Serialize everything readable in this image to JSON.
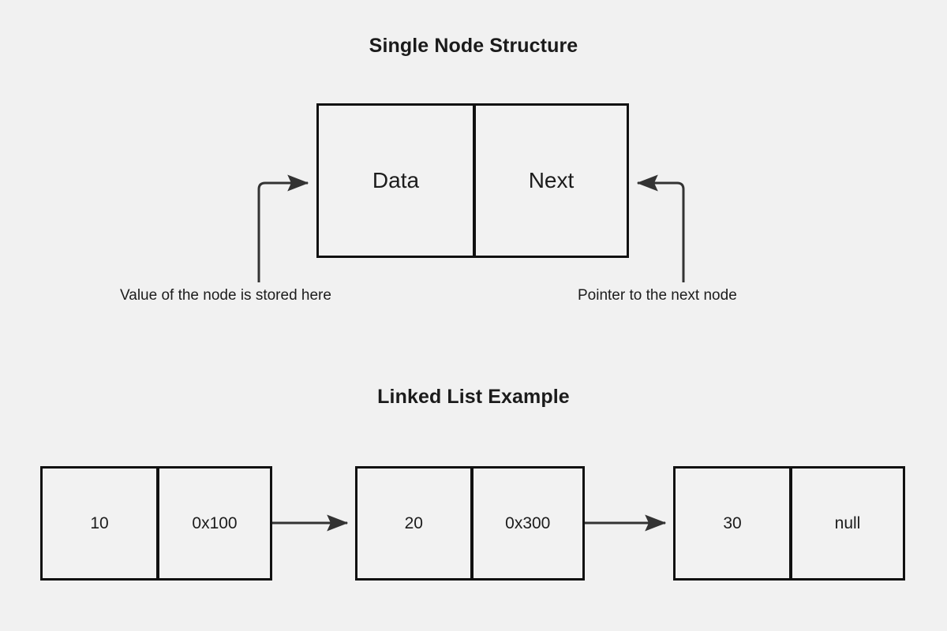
{
  "diagram": {
    "background_color": "#f1f1f1",
    "stroke_color": "#111111",
    "text_color": "#1c1c1c"
  },
  "sections": {
    "single_node": {
      "title": "Single Node Structure",
      "node": {
        "data_label": "Data",
        "next_label": "Next"
      },
      "annotations": {
        "data_note": "Value of the node is stored here",
        "next_note": "Pointer to the next node"
      }
    },
    "linked_list": {
      "title": "Linked List Example",
      "nodes": [
        {
          "value": "10",
          "pointer": "0x100"
        },
        {
          "value": "20",
          "pointer": "0x300"
        },
        {
          "value": "30",
          "pointer": "null"
        }
      ]
    }
  }
}
